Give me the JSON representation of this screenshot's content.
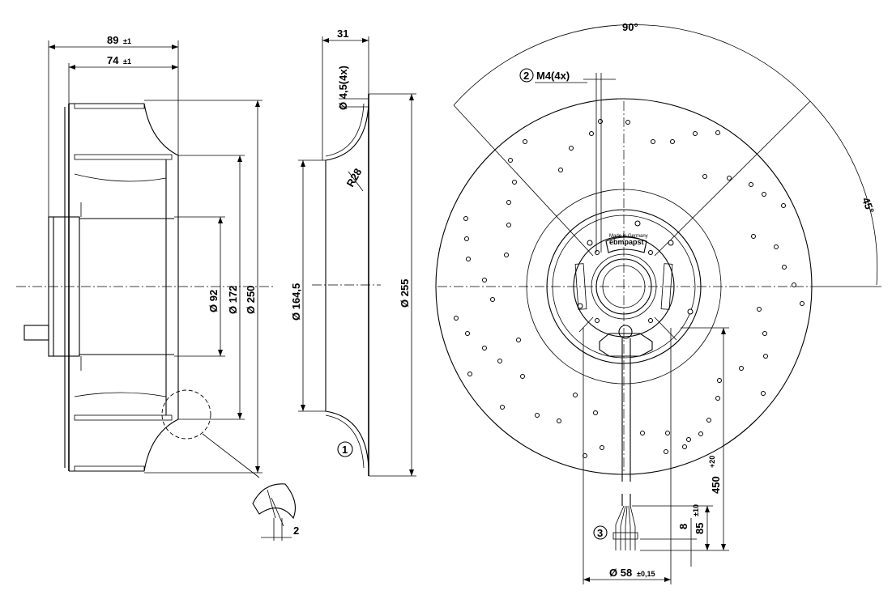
{
  "dimensions": {
    "width_89": "89",
    "tol_89": "±1",
    "width_74": "74",
    "tol_74": "±1",
    "dia_92": "Ø 92",
    "dia_172": "Ø 172",
    "dia_250": "Ø 250",
    "width_31": "31",
    "hole_dia": "Ø 4,5(4x)",
    "radius": "R28",
    "dia_164_5": "Ø 164,5",
    "dia_255": "Ø 255",
    "angle_90": "90°",
    "angle_45": "45°",
    "thread": "M4(4x)",
    "cable_450": "450",
    "tol_450": "+20",
    "len_85": "85",
    "tol_85": "±10",
    "len_8": "8",
    "dia_58": "Ø 58",
    "tol_58": "±0,15",
    "gap_2": "2"
  },
  "callouts": {
    "c1": "1",
    "c2": "2",
    "c3": "3"
  },
  "label_plate": {
    "brand": "ebmpapst",
    "origin": "Made in Germany"
  }
}
